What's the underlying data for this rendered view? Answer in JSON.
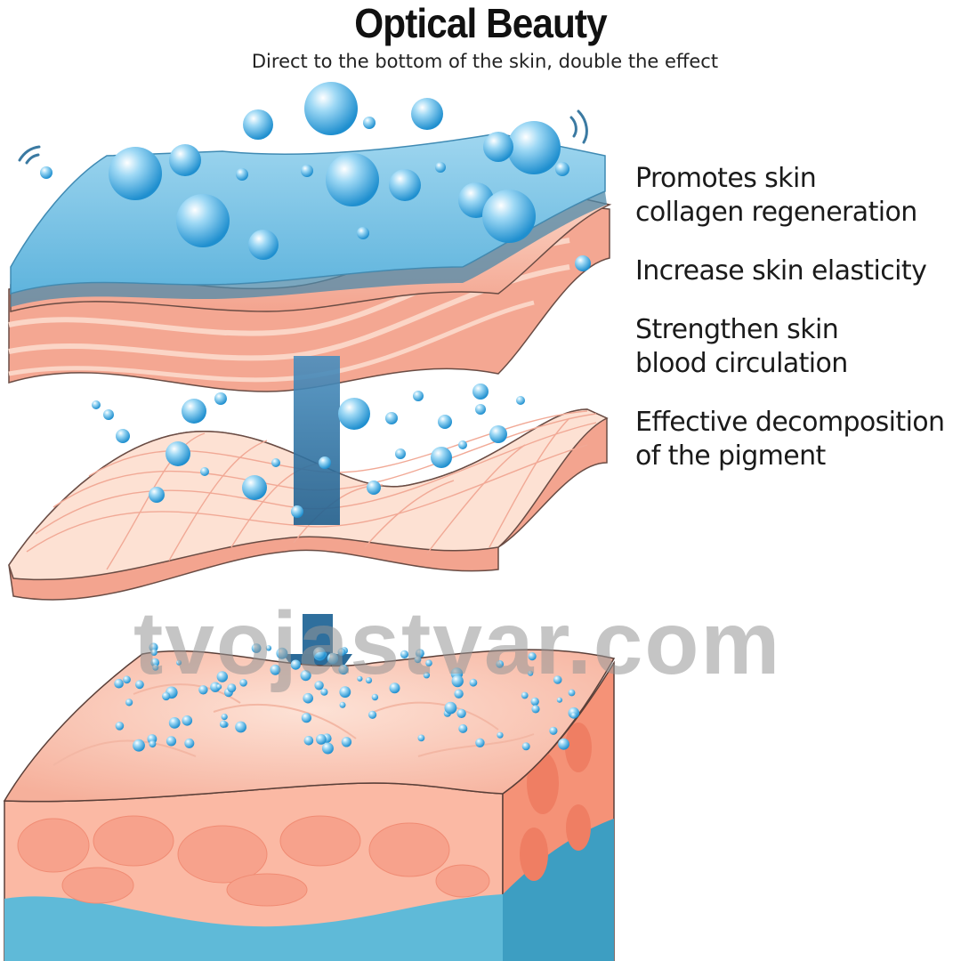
{
  "header": {
    "title": "Optical Beauty",
    "subtitle": "Direct to the bottom of the skin, double the effect"
  },
  "benefits": [
    {
      "line1": "Promotes skin",
      "line2": "collagen regeneration"
    },
    {
      "line1": "Increase skin elasticity",
      "line2": ""
    },
    {
      "line1": "Strengthen skin",
      "line2": "blood circulation"
    },
    {
      "line1": "Effective decomposition",
      "line2": "of the pigment"
    }
  ],
  "watermark": "tvojastvar.com",
  "colors": {
    "light_blue": "#7cc8ea",
    "deep_blue": "#2f79a8",
    "skin_pink": "#f5b3a0",
    "skin_light": "#fde4d8",
    "tissue": "#fbb9a4",
    "bubble": "#3aa9e0"
  }
}
